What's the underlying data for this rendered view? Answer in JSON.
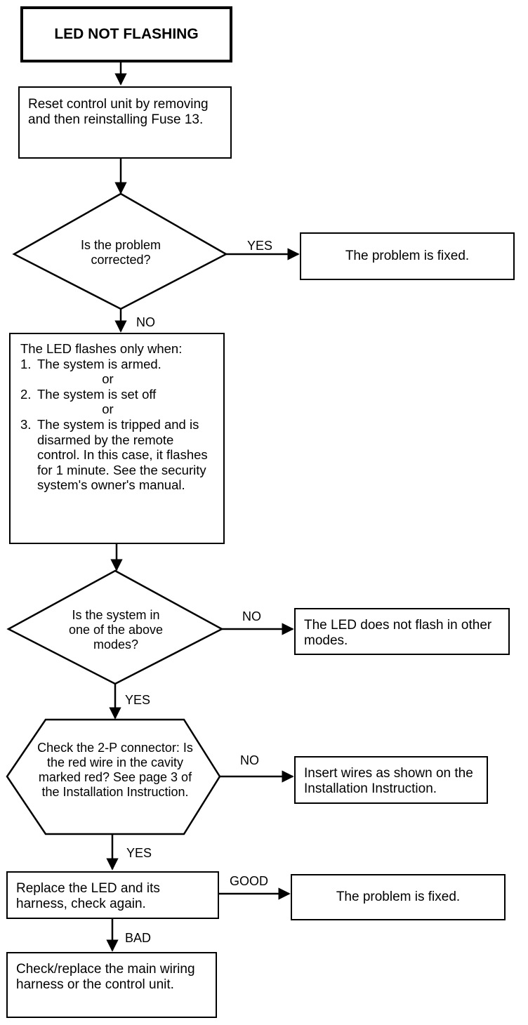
{
  "nodes": {
    "start": "LED NOT FLASHING",
    "reset": "Reset control unit by removing and then reinstalling Fuse 13.",
    "q_corrected": "Is the problem corrected?",
    "fixed_1": "The problem is fixed.",
    "info": {
      "intro": "The LED flashes only when:",
      "items": [
        "The system is armed.",
        "The system is set off",
        "The system is tripped and is disarmed by the remote control. In this case, it flashes for 1 minute. See the security system's owner's manual."
      ],
      "numbers": [
        "1.",
        "2.",
        "3."
      ],
      "or_word": "or"
    },
    "q_modes": "Is the system in one of the above modes?",
    "other_modes": "The LED does not flash in other modes.",
    "check_connector": "Check the 2-P connector: Is the red wire in the cavity marked red? See page 3 of the Installation Instruction.",
    "insert_wires": "Insert wires as shown on the Installation Instruction.",
    "replace_led": "Replace the LED and its harness, check again.",
    "fixed_2": "The problem is fixed.",
    "check_main": "Check/replace the main wiring harness or the control unit."
  },
  "labels": {
    "yes": "YES",
    "no": "NO",
    "good": "GOOD",
    "bad": "BAD"
  }
}
